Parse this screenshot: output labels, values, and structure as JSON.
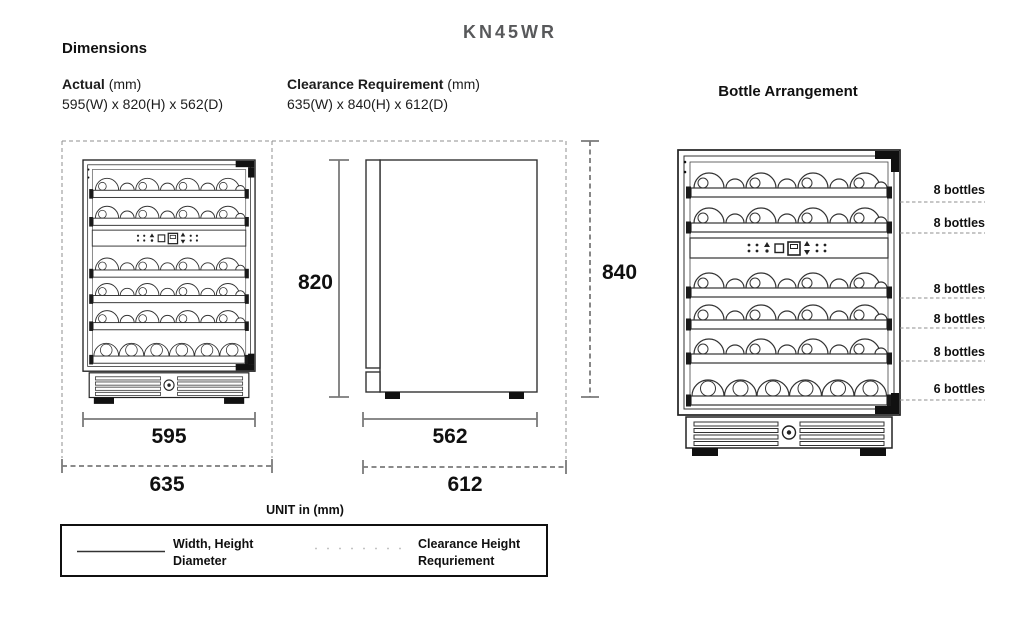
{
  "title": "KN45WR",
  "header": {
    "dimensions_heading": "Dimensions",
    "actual_label": "Actual",
    "unit_suffix": "(mm)",
    "actual_value": "595(W) x 820(H) x 562(D)",
    "clearance_label": "Clearance Requirement",
    "clearance_value": "635(W) x 840(H) x 612(D)",
    "bottle_heading": "Bottle Arrangement"
  },
  "dims": {
    "height_actual": "820",
    "height_clearance": "840",
    "width_actual": "595",
    "width_clearance": "635",
    "depth_actual": "562",
    "depth_clearance": "612"
  },
  "bottle_labels": [
    "8 bottles",
    "8 bottles",
    "8 bottles",
    "8 bottles",
    "8 bottles",
    "6 bottles"
  ],
  "legend": {
    "unit_label": "UNIT in (mm)",
    "solid_sample_line1": "Width, Height",
    "solid_sample_line2": "Diameter",
    "dashed_sample_line1": "Clearance Height",
    "dashed_sample_line2": "Requriement"
  },
  "colors": {
    "title_gray": "#58595b",
    "line_ink": "#2b2b2b",
    "dimension_gray": "#7a7a7a",
    "dashed_gray": "#8f8f8f"
  }
}
